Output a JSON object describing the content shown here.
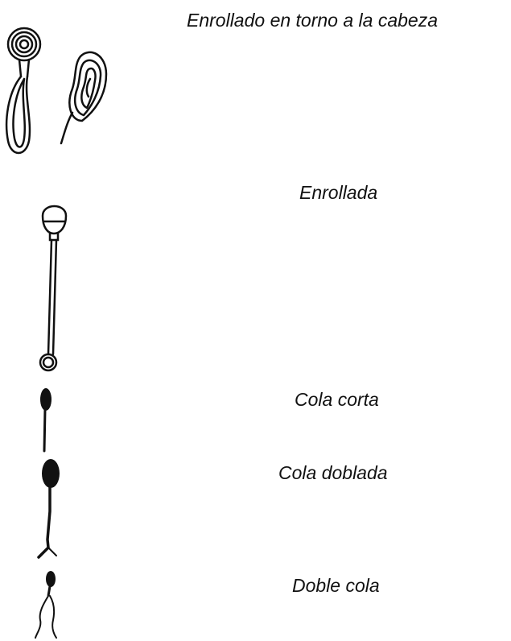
{
  "labels": {
    "coiled_around_head": "Enrollado en torno a la cabeza",
    "coiled": "Enrollada",
    "short_tail": "Cola corta",
    "bent_tail": "Cola doblada",
    "double_tail": "Doble cola"
  },
  "figures": [
    "coiled-around-head-sperm",
    "coiled-tail-sperm",
    "short-tail-sperm",
    "bent-tail-sperm",
    "double-tail-sperm"
  ],
  "colors": {
    "ink": "#111111",
    "background": "#ffffff"
  }
}
